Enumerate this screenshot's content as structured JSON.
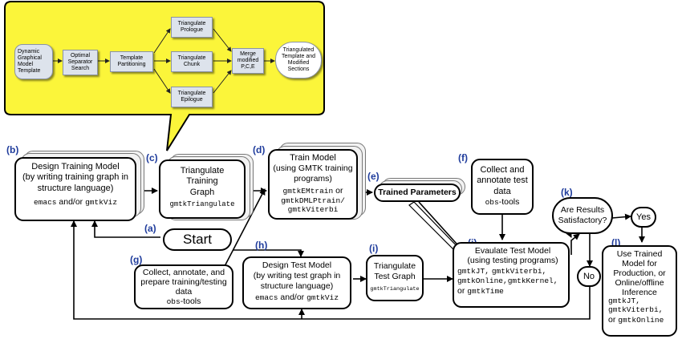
{
  "inset": {
    "n1": [
      "Dynamic",
      "Graphical",
      "Model",
      "Template"
    ],
    "n2": [
      "Optimal",
      "Separator",
      "Search"
    ],
    "n3": [
      "Template",
      "Partitioning"
    ],
    "n4": [
      "Triangulate",
      "Prologue"
    ],
    "n5": [
      "Triangulate",
      "Chunk"
    ],
    "n6": [
      "Triangulate",
      "Epilogue"
    ],
    "n7": [
      "Merge",
      "modified",
      "P,C,E"
    ],
    "n8": [
      "Triangulated",
      "Template and",
      "Modified",
      "Sections"
    ]
  },
  "labels": {
    "a": "(a)",
    "b": "(b)",
    "c": "(c)",
    "d": "(d)",
    "e": "(e)",
    "f": "(f)",
    "g": "(g)",
    "h": "(h)",
    "i": "(i)",
    "j": "(j)",
    "k": "(k)",
    "l": "(l)"
  },
  "b": {
    "lines": [
      "Design Training Model",
      "(by writing training graph in",
      "structure language)"
    ],
    "code": "emacs",
    "and": "and/or",
    "code2": "gmtkViz"
  },
  "c": {
    "lines": [
      "Triangulate",
      "Training",
      "Graph"
    ],
    "code": "gmtkTriangulate"
  },
  "d": {
    "lines": [
      "Train Model",
      "(using GMTK training",
      "programs)"
    ],
    "code1": "gmtkEMtrain",
    "or": "or",
    "code2": "gmtkDMLPtrain/",
    "code3": "gmtkViterbi"
  },
  "e": {
    "text": "Trained Parameters"
  },
  "f": {
    "lines": [
      "Collect and",
      "annotate test",
      "data"
    ],
    "code": "obs",
    "suffix": "-tools"
  },
  "start": "Start",
  "g": {
    "lines": [
      "Collect, annotate, and",
      "prepare training/testing",
      "data"
    ],
    "code": "obs",
    "suffix": "-tools"
  },
  "h": {
    "lines": [
      "Design Test Model",
      "(by writing test graph in",
      "structure language)"
    ],
    "code": "emacs",
    "and": "and/or",
    "code2": "gmtkViz"
  },
  "i": {
    "lines": [
      "Triangulate",
      "Test Graph"
    ],
    "code": "gmtkTriangulate"
  },
  "j": {
    "lines": [
      "Evaulate Test Model",
      "(using testing programs)"
    ],
    "c1": "gmtkJT,",
    "c2": "gmtkViterbi,",
    "c3": "gmtkOnline,",
    "c4": "gmtkKernel,",
    "or": "or",
    "c5": "gmtkTime"
  },
  "k": {
    "lines": [
      "Are Results",
      "Satisfactory?"
    ]
  },
  "yes": "Yes",
  "no": "No",
  "l": {
    "lines": [
      "Use Trained",
      "Model for",
      "Production, or",
      "Online/offline",
      "Inference"
    ],
    "c1": "gmtkJT,",
    "c2": "gmtkViterbi,",
    "or": "or",
    "c3": "gmtkOnline"
  }
}
